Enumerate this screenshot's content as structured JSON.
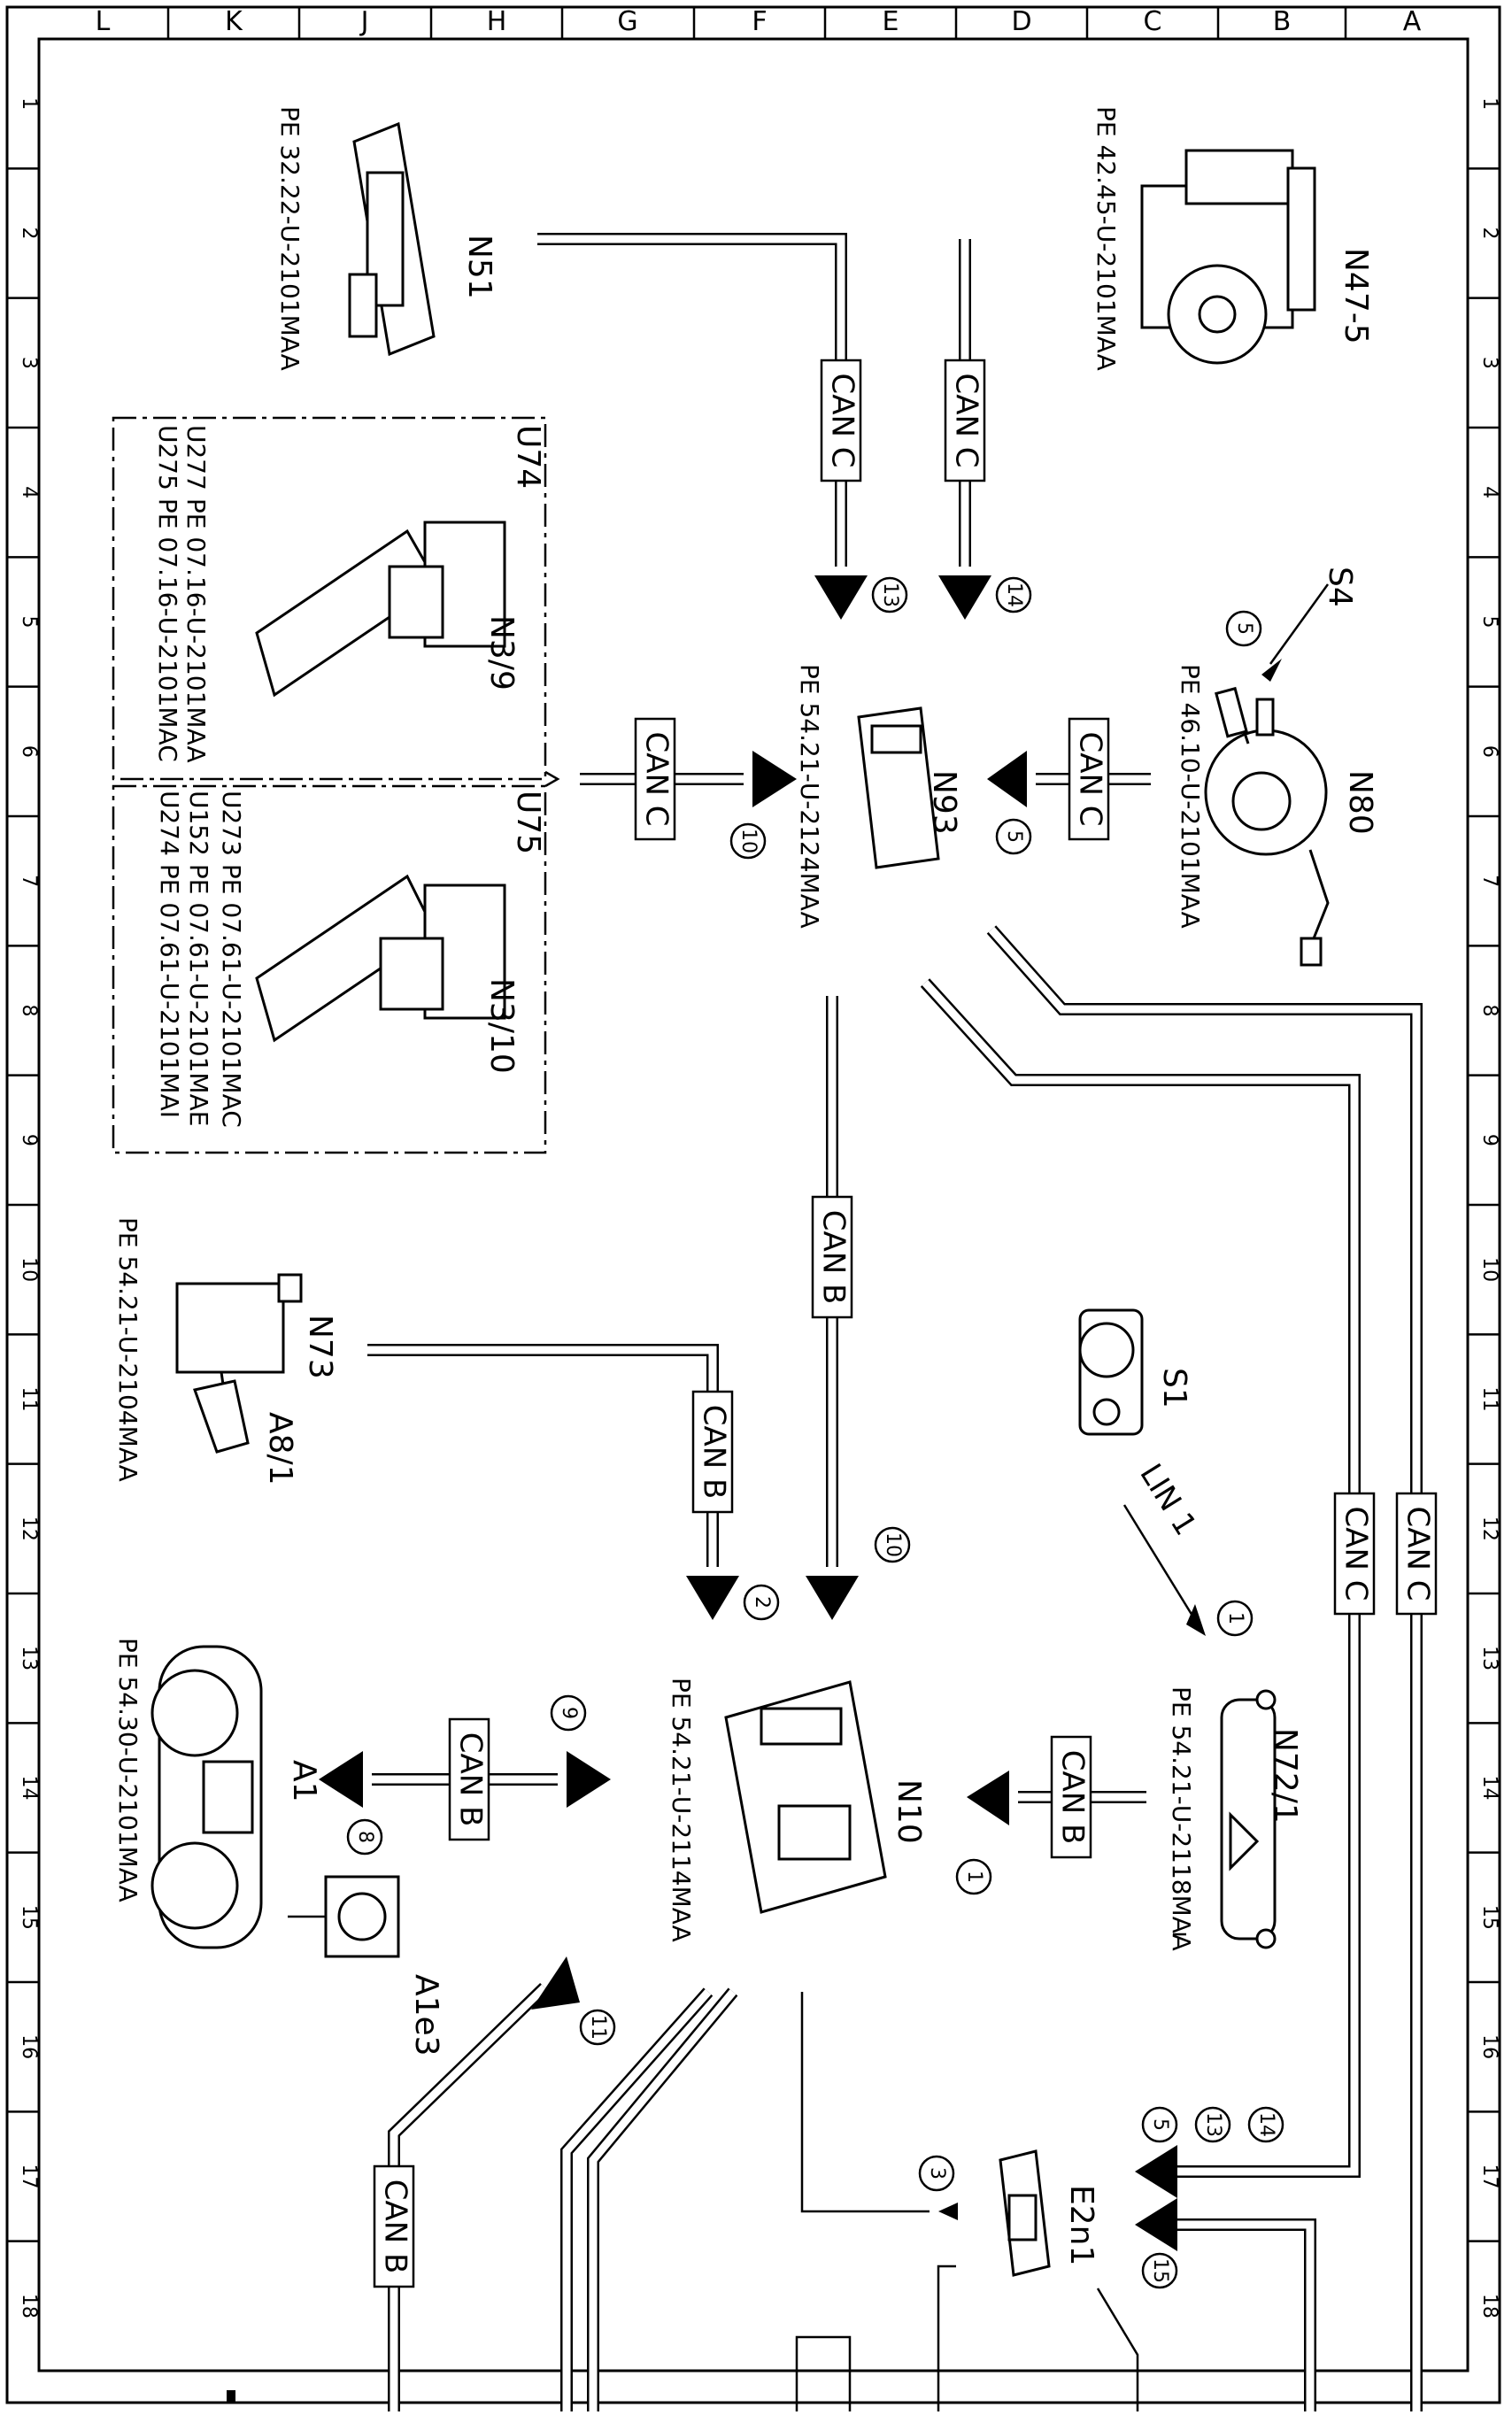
{
  "frame": {
    "top_letters": [
      "L",
      "K",
      "J",
      "H",
      "G",
      "F",
      "E",
      "D",
      "C",
      "B",
      "A"
    ],
    "side_numbers": [
      "1",
      "2",
      "3",
      "4",
      "5",
      "6",
      "7",
      "8",
      "9",
      "10",
      "11",
      "12",
      "13",
      "14",
      "15",
      "16",
      "17",
      "18"
    ]
  },
  "components": {
    "N47_5": {
      "label": "N47-5",
      "pe": "PE 42.45-U-2101MAA"
    },
    "N51": {
      "label": "N51",
      "pe": "PE 32.22-U-2101MAA"
    },
    "S4": {
      "label": "S4"
    },
    "N80": {
      "label": "N80",
      "pe": "PE 46.10-U-2101MAA"
    },
    "N93": {
      "label": "N93",
      "pe": "PE 54.21-U-2124MAA"
    },
    "U74": {
      "label": "U74",
      "lines": [
        "U277 PE 07.16-U-2101MAA",
        "U275 PE 07.16-U-2101MAC"
      ]
    },
    "N3_9": {
      "label": "N3/9"
    },
    "U75": {
      "label": "U75",
      "lines": [
        "U273 PE 07.61-U-2101MAC",
        "U152 PE 07.61-U-2101MAE",
        "U274 PE 07.61-U-2101MAI"
      ]
    },
    "N3_10": {
      "label": "N3/10"
    },
    "N73": {
      "label": "N73",
      "pe": "PE 54.21-U-2104MAA"
    },
    "A8_1": {
      "label": "A8/1"
    },
    "S1": {
      "label": "S1"
    },
    "N72_1": {
      "label": "N72/1",
      "pe": "PE 54.21-U-2118MAA"
    },
    "N10": {
      "label": "N10",
      "pe": "PE 54.21-U-2114MAA"
    },
    "A1": {
      "label": "A1",
      "pe": "PE 54.30-U-2101MAA"
    },
    "A1e3": {
      "label": "A1e3"
    },
    "E2n1": {
      "label": "E2n1"
    }
  },
  "buses": {
    "can_c": "CAN C",
    "can_b": "CAN B",
    "lin_1": "LIN 1"
  },
  "connection_numbers": [
    "13",
    "14",
    "5",
    "10",
    "5",
    "10",
    "2",
    "1",
    "1",
    "9",
    "8",
    "11",
    "14",
    "13",
    "5",
    "3",
    "15"
  ]
}
